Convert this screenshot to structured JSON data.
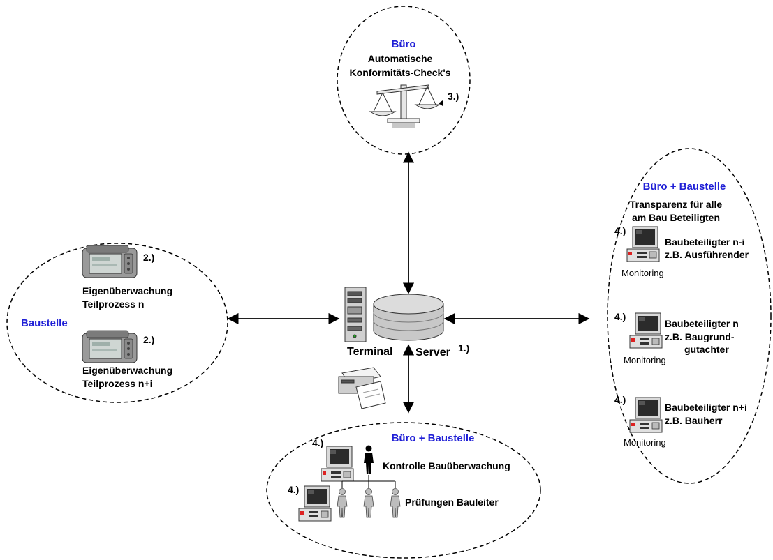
{
  "top": {
    "title": "Büro",
    "line1": "Automatische",
    "line2": "Konformitäts-Check's",
    "num": "3.)"
  },
  "left": {
    "title": "Baustelle",
    "num1": "2.)",
    "d1_line1": "Eigenüberwachung",
    "d1_line2": "Teilprozess n",
    "num2": "2.)",
    "d2_line1": "Eigenüberwachung",
    "d2_line2": "Teilprozess n+i"
  },
  "center": {
    "terminal": "Terminal",
    "server": "Server",
    "num": "1.)"
  },
  "right": {
    "title": "Büro + Baustelle",
    "subtitle1": "Transparenz für alle",
    "subtitle2": "am Bau Beteiligten",
    "items": [
      {
        "num": "4.)",
        "line1": "Baubeteiligter n-i",
        "line2": "z.B. Ausführender",
        "line3": "",
        "monitor": "Monitoring"
      },
      {
        "num": "4.)",
        "line1": "Baubeteiligter n",
        "line2": "z.B. Baugrund-",
        "line3": "gutachter",
        "monitor": "Monitoring"
      },
      {
        "num": "4.)",
        "line1": "Baubeteiligter n+i",
        "line2": "z.B. Bauherr",
        "line3": "",
        "monitor": "Monitoring"
      }
    ]
  },
  "bottom": {
    "title": "Büro + Baustelle",
    "num1": "4.)",
    "label1": "Kontrolle Bauüberwachung",
    "num2": "4.)",
    "label2": "Prüfungen Bauleiter"
  }
}
